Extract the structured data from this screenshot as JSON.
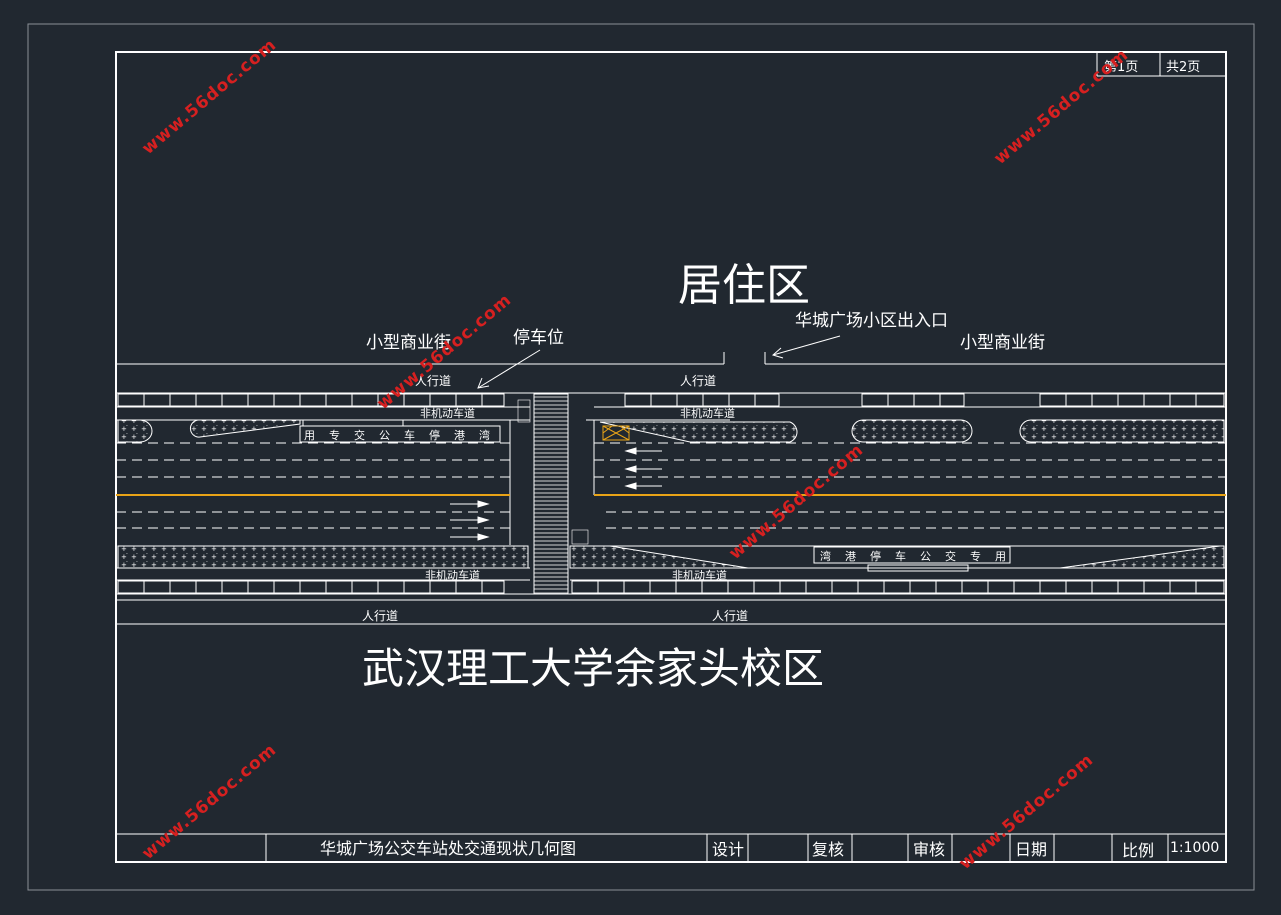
{
  "colors": {
    "background": "#212830",
    "line": "#ffffff",
    "center_line": "#e8a317",
    "watermark": "#d62020",
    "frame": "#8a8f96"
  },
  "page_marks": {
    "page": "第1页",
    "total": "共2页"
  },
  "areas": {
    "residential": "居住区",
    "campus": "武汉理工大学余家头校区",
    "shop_left": "小型商业街",
    "shop_right": "小型商业街",
    "parking": "停车位",
    "entrance": "华城广场小区出入口"
  },
  "lanes": {
    "sidewalk_nl": "人行道",
    "sidewalk_nr": "人行道",
    "bike_nl": "非机动车道",
    "bike_nr": "非机动车道",
    "bike_sl": "非机动车道",
    "bike_sr": "非机动车道",
    "sidewalk_sl": "人行道",
    "sidewalk_sr": "人行道"
  },
  "bus_lane_text": {
    "north": [
      "用",
      "专",
      "交",
      "公",
      "车",
      "停",
      "港",
      "湾"
    ],
    "south": [
      "湾",
      "港",
      "停",
      "车",
      "公",
      "交",
      "专",
      "用"
    ]
  },
  "title_block": {
    "drawing_title": "华城广场公交车站处交通现状几何图",
    "design_label": "设计",
    "check_label": "复核",
    "review_label": "审核",
    "date_label": "日期",
    "scale_label": "比例",
    "scale_value": "1:1000"
  },
  "watermark_text": "www.56doc.com"
}
